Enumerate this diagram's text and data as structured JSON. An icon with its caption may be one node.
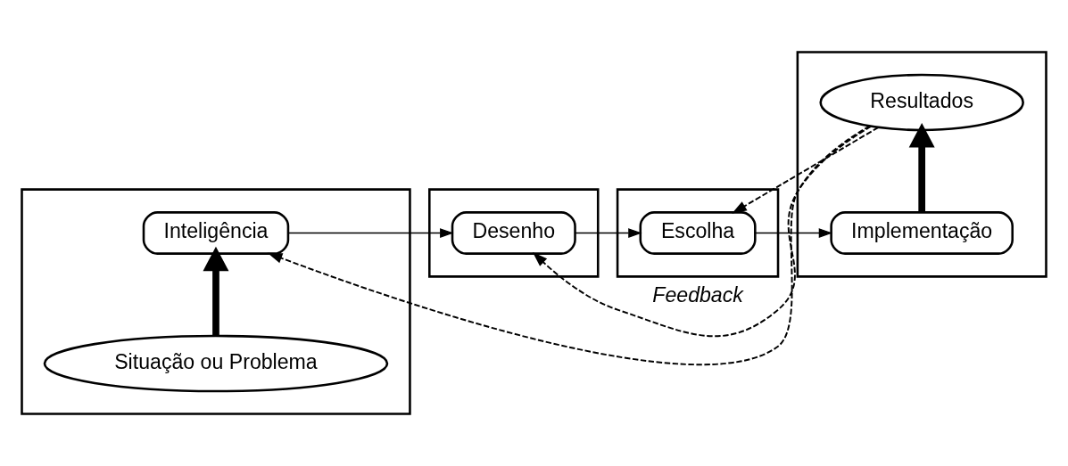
{
  "diagram": {
    "nodes": [
      {
        "text": [],
        "shape": "box"
      },
      {
        "text": [
          "Situação ou Problema"
        ],
        "in": 0
      },
      {
        "text": [
          "Inteligência"
        ],
        "in": 0
      },
      {
        "text": [],
        "shape": "box"
      },
      {
        "text": [
          "Desenho"
        ],
        "in": 3
      },
      {
        "text": [],
        "shape": "box"
      },
      {
        "text": [
          "Escolha"
        ],
        "in": 5
      },
      {
        "text": [],
        "shape": "box"
      },
      {
        "text": [
          "Implementação"
        ],
        "in": 7
      },
      {
        "text": [
          "Resultados"
        ],
        "in": 7
      }
    ],
    "edges": [
      {
        "from": 1,
        "to": 2,
        "arrow": "to",
        "style": "thick"
      },
      {
        "from": 2,
        "to": 4,
        "arrow": "to"
      },
      {
        "from": 4,
        "to": 6,
        "arrow": "to"
      },
      {
        "from": 6,
        "to": 8,
        "arrow": "to"
      },
      {
        "from": 8,
        "to": 9,
        "arrow": "to",
        "style": "thick"
      },
      {
        "from": 9,
        "to": 2,
        "arrow": "to",
        "style": "dashed"
      },
      {
        "from": 9,
        "to": 4,
        "arrow": "to",
        "style": "dashed",
        "label": "Feedback"
      },
      {
        "from": 9,
        "to": 6,
        "arrow": "to",
        "style": "dashed"
      }
    ]
  }
}
